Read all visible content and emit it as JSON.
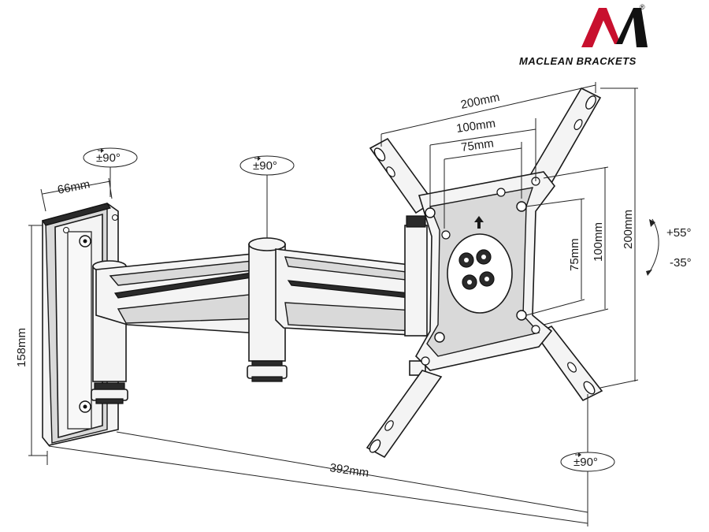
{
  "brand": {
    "name": "MACLEAN BRACKETS",
    "registered": "®",
    "logo_colors": {
      "left": "#c8102e",
      "right": "#111111"
    }
  },
  "dimensions": {
    "wall_width": "66mm",
    "wall_height": "158mm",
    "arm_extension": "392mm",
    "plate_width_200": "200mm",
    "plate_width_100": "100mm",
    "plate_width_75": "75mm",
    "plate_height_75": "75mm",
    "plate_height_100": "100mm",
    "plate_height_200": "200mm"
  },
  "rotations": {
    "wall_swivel": "±90°",
    "arm_swivel": "±90°",
    "plate_rotation": "±90°",
    "tilt_up": "+55°",
    "tilt_down": "-35°"
  }
}
